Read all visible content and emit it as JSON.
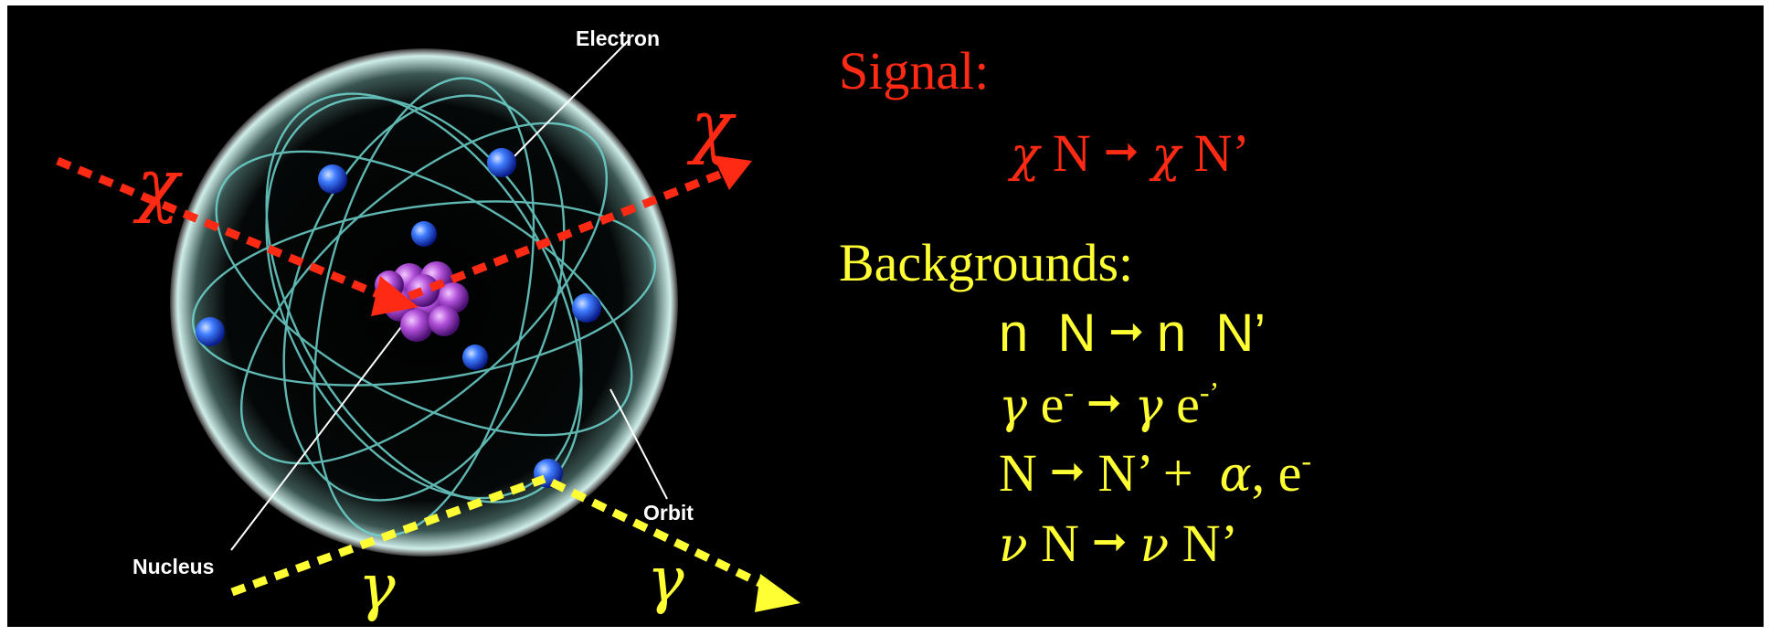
{
  "diagram": {
    "labels": {
      "electron": "Electron",
      "nucleus": "Nucleus",
      "orbit": "Orbit"
    },
    "particle_symbols": {
      "chi": "χ",
      "gamma": "γ"
    },
    "colors": {
      "background": "#000000",
      "signal": "#ff2a14",
      "background_text": "#ffff33",
      "orbit_line": "#6fd6d0",
      "electron": "#2f6cff",
      "nucleus": "#b04fd8"
    }
  },
  "signal": {
    "title": "Signal:",
    "equation": {
      "lhs_particle": "χ",
      "lhs_target": "N",
      "rhs_particle": "χ",
      "rhs_target": "N’"
    }
  },
  "backgrounds": {
    "title": "Backgrounds:",
    "lines": [
      {
        "lhs": "n  N",
        "rhs": "n  N’"
      },
      {
        "lhs_particle": "γ",
        "lhs_target": "e",
        "lhs_sup": "-",
        "rhs_particle": "γ",
        "rhs_target": "e",
        "rhs_sup": "-’"
      },
      {
        "lhs": "N",
        "rhs_a": "N’ +  ",
        "rhs_particle": "α",
        "rhs_b": ", e",
        "rhs_sup": "-"
      },
      {
        "lhs_particle": "ν",
        "lhs_target": "N",
        "rhs_particle": "ν",
        "rhs_target": "N’"
      }
    ],
    "arrow": "➞"
  }
}
